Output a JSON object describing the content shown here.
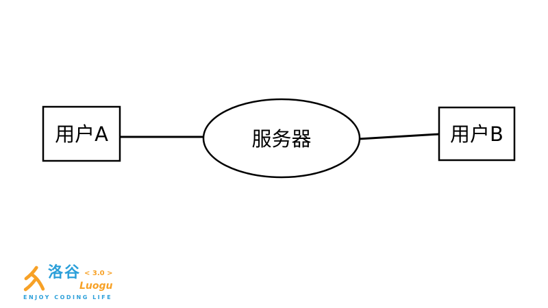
{
  "diagram": {
    "nodes": {
      "userA": {
        "label": "用户A",
        "shape": "rectangle"
      },
      "server": {
        "label": "服务器",
        "shape": "ellipse"
      },
      "userB": {
        "label": "用户B",
        "shape": "rectangle"
      }
    },
    "edges": [
      {
        "from": "userA",
        "to": "server"
      },
      {
        "from": "server",
        "to": "userB"
      }
    ]
  },
  "logo": {
    "name": "洛谷",
    "version": "< 3.0 >",
    "latin": "Luogu",
    "tagline": "Enjoy Coding Life"
  },
  "colors": {
    "diagram_stroke": "#000000",
    "logo_blue": "#2b9fd9",
    "logo_orange": "#f7a126",
    "background": "#ffffff"
  }
}
